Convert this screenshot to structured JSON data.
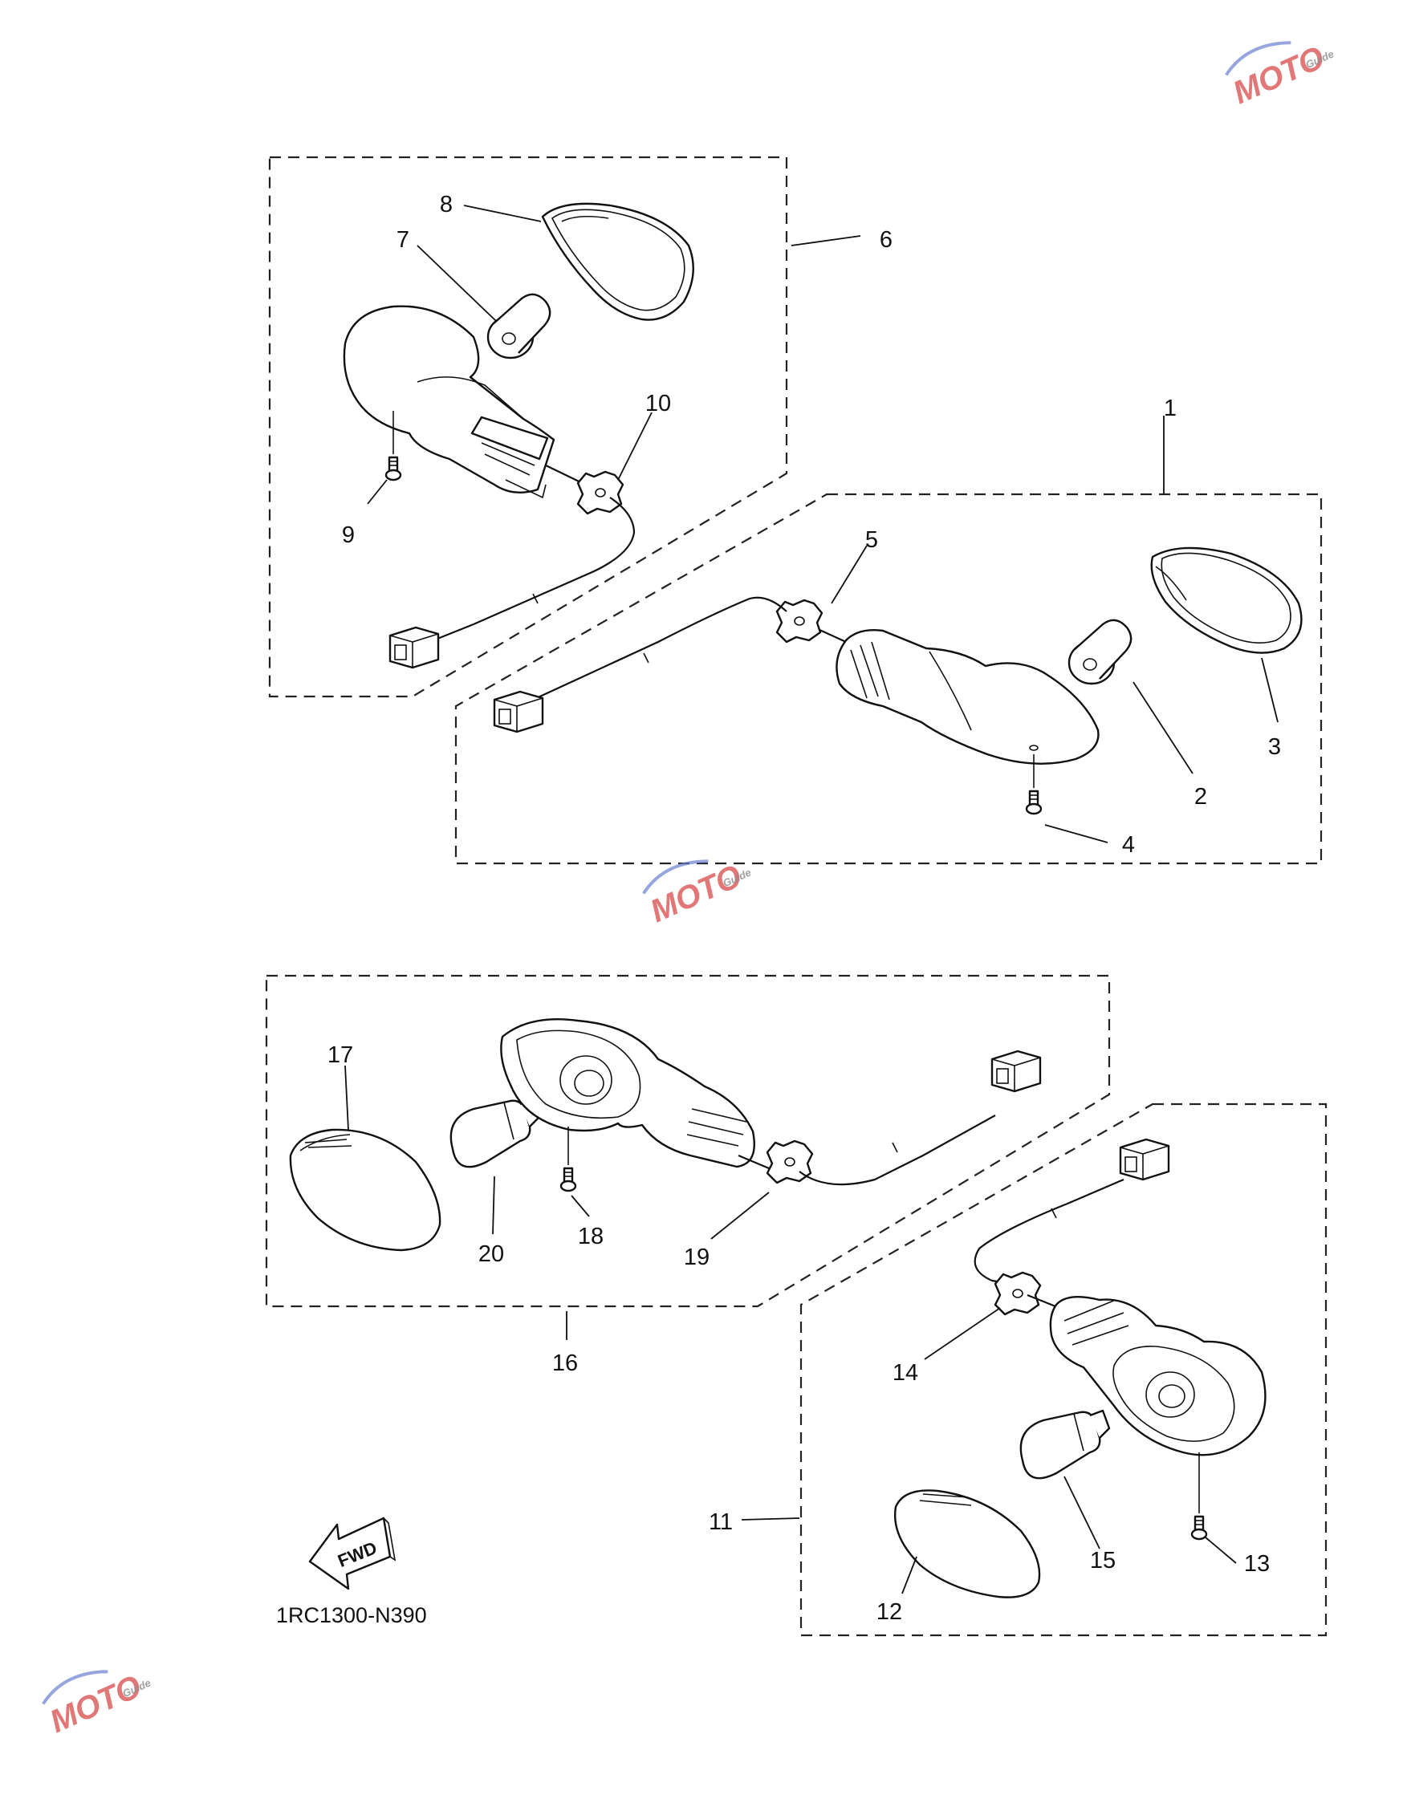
{
  "figure_code": "1RC1300-N390",
  "fwd_label": "FWD",
  "callouts": {
    "c1": "1",
    "c2": "2",
    "c3": "3",
    "c4": "4",
    "c5": "5",
    "c6": "6",
    "c7": "7",
    "c8": "8",
    "c9": "9",
    "c10": "10",
    "c11": "11",
    "c12": "12",
    "c13": "13",
    "c14": "14",
    "c15": "15",
    "c16": "16",
    "c17": "17",
    "c18": "18",
    "c19": "19",
    "c20": "20"
  },
  "watermark": {
    "brand": "MOTO",
    "sub": "Guide"
  },
  "colors": {
    "line": "#111111",
    "watermark_red": "#d94a4a",
    "watermark_blue": "#6a7fd0",
    "watermark_grey": "#8a8a8a"
  }
}
